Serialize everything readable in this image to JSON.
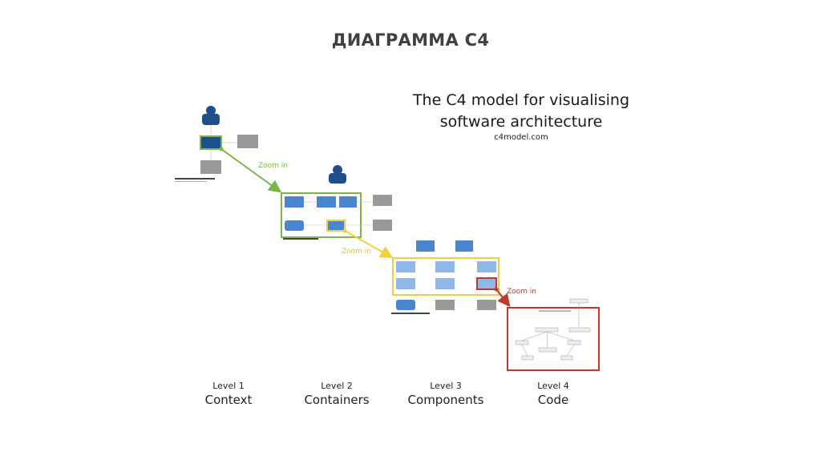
{
  "slide": {
    "title": "ДИАГРАММА C4",
    "heading_line1": "The C4 model for visualising",
    "heading_line2": "software architecture",
    "site": "c4model.com"
  },
  "zoom_label": "Zoom in",
  "colors": {
    "level1_zoom": "#7ab648",
    "level2_zoom": "#f0d040",
    "level3_zoom": "#c0392b",
    "person_dark_blue": "#1f4e8c",
    "container_blue": "#4a86cf",
    "component_blue": "#8fb8e8",
    "external_gray": "#999999"
  },
  "levels": [
    {
      "number": "Level 1",
      "name": "Context"
    },
    {
      "number": "Level 2",
      "name": "Containers"
    },
    {
      "number": "Level 3",
      "name": "Components"
    },
    {
      "number": "Level 4",
      "name": "Code"
    }
  ]
}
